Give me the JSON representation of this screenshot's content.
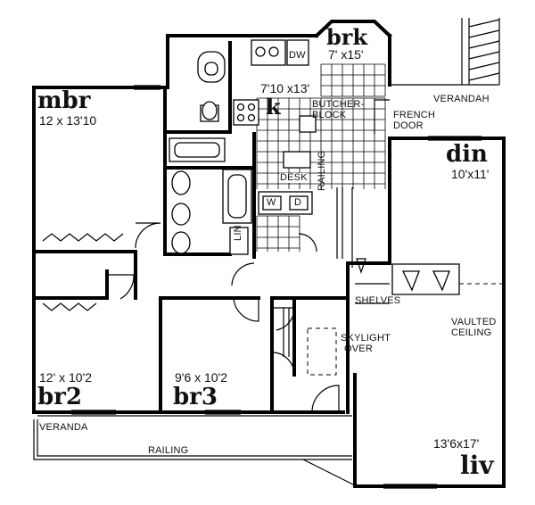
{
  "rooms": {
    "mbr": {
      "name": "mbr",
      "size": "12 x 13'10"
    },
    "br2": {
      "name": "br2",
      "size": "12' x 10'2"
    },
    "br3": {
      "name": "br3",
      "size": "9'6 x 10'2"
    },
    "brk": {
      "name": "brk",
      "size": "7' x15'"
    },
    "k": {
      "name": "k",
      "size": "7'10 x13'"
    },
    "din": {
      "name": "din",
      "size": "10'x11'"
    },
    "liv": {
      "name": "liv",
      "size": "13'6x17'"
    }
  },
  "notes": {
    "verandah_top": "VERANDAH",
    "veranda_bottom": "VERANDA",
    "railing_bottom": "RAILING",
    "railing_stair": "RAILING",
    "butcher": "BUTCHER-",
    "block": "BLOCK",
    "french": "FRENCH",
    "door": "DOOR",
    "desk": "DESK",
    "dw": "DW",
    "washer": "W",
    "dryer": "D",
    "lin": "LIN",
    "shelves": "SHELVES",
    "vaulted": "VAULTED",
    "ceiling": "CEILING",
    "skylight": "SKYLIGHT",
    "over": "OVER"
  }
}
